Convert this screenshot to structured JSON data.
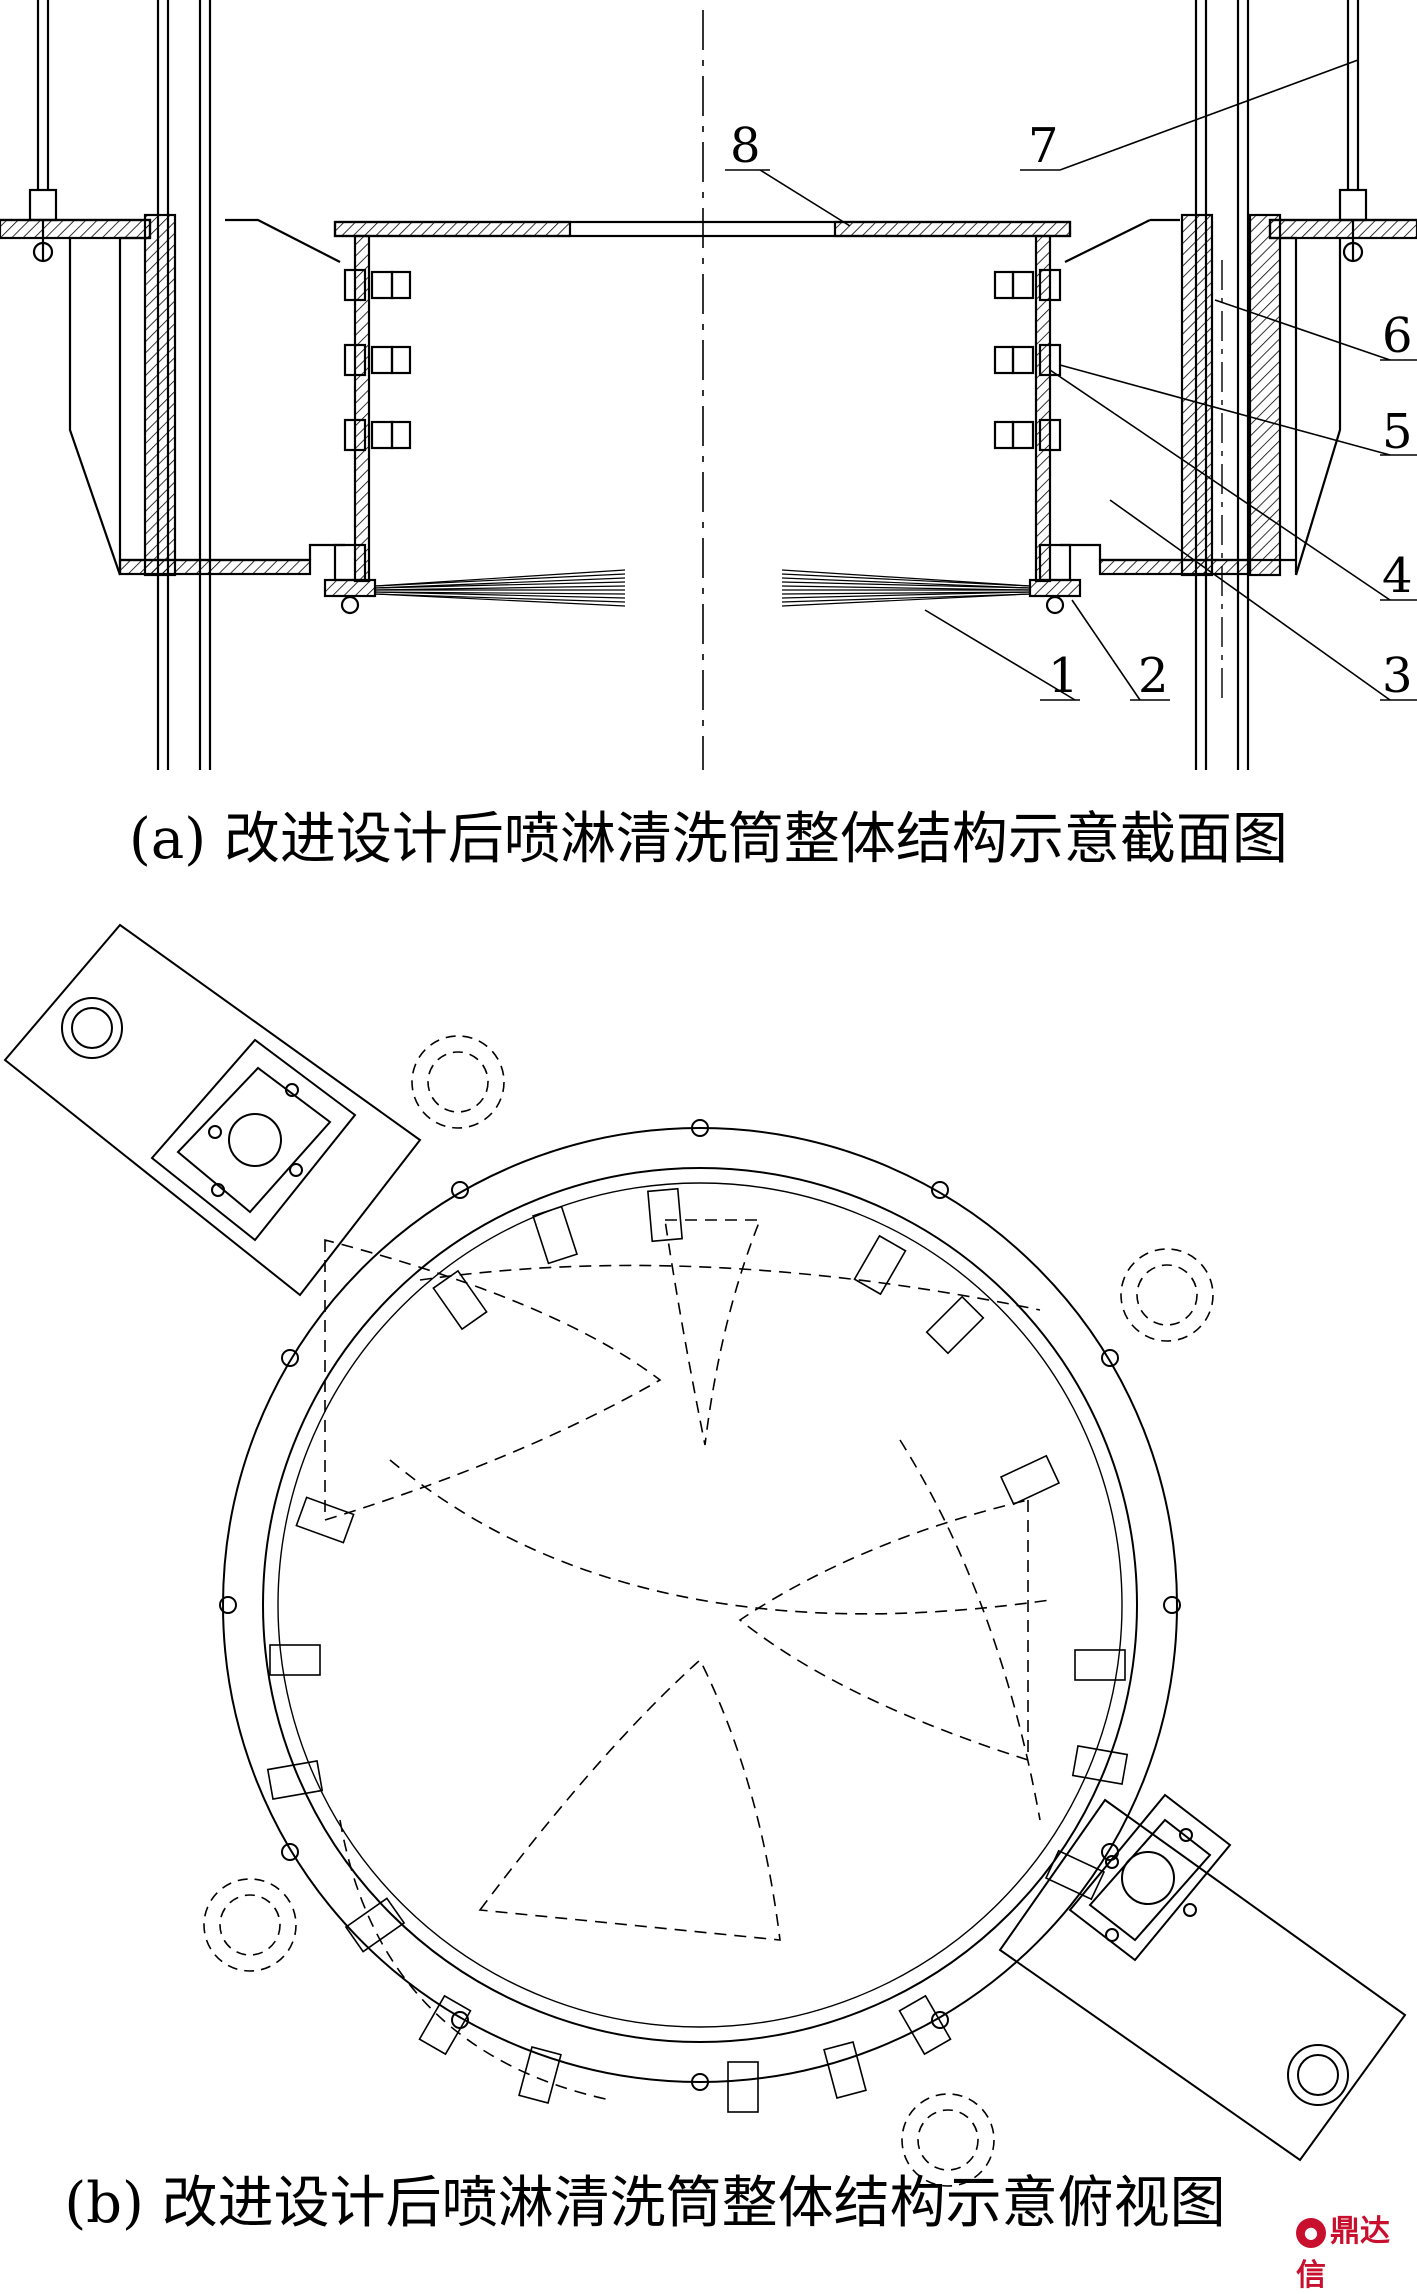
{
  "figure_a": {
    "caption": "(a) 改进设计后喷淋清洗筒整体结构示意截面图",
    "part_labels": [
      "1",
      "2",
      "3",
      "4",
      "5",
      "6",
      "7",
      "8"
    ]
  },
  "figure_b": {
    "caption": "(b) 改进设计后喷淋清洗筒整体结构示意俯视图"
  },
  "watermark": {
    "text": "鼎达信",
    "color": "#c8102e"
  }
}
